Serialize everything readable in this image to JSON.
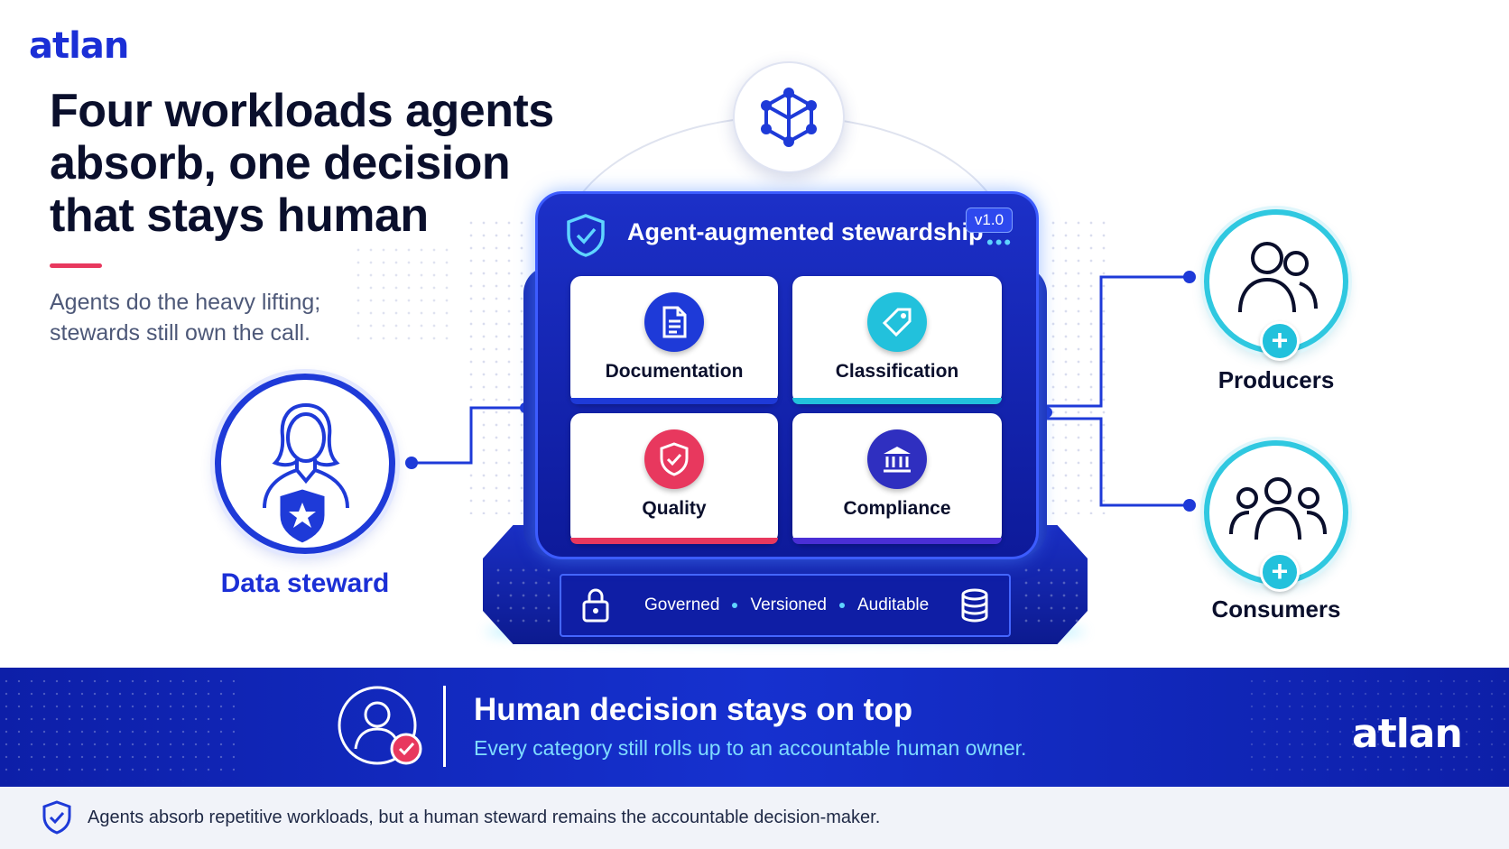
{
  "brand": {
    "logo_top": "atlan",
    "logo_bottom": "atlan"
  },
  "headline": {
    "lines": [
      "Four workloads agents",
      "absorb, one decision",
      "that stays human"
    ],
    "subtitle_lines": [
      "Agents do the heavy lifting;",
      "stewards still own the call."
    ]
  },
  "platform": {
    "title": "Agent-augmented stewardship",
    "version": "v1.0",
    "cards": [
      {
        "label": "Documentation",
        "icon": "document-icon",
        "color": "#1e3ad8"
      },
      {
        "label": "Classification",
        "icon": "tag-icon",
        "color": "#22c1dc"
      },
      {
        "label": "Quality",
        "icon": "shield-check-icon",
        "color": "#e8385e"
      },
      {
        "label": "Compliance",
        "icon": "bank-icon",
        "color": "#3a2fd0"
      }
    ],
    "base_tags": [
      "Governed",
      "Versioned",
      "Auditable"
    ]
  },
  "roles": {
    "steward": "Data steward",
    "producers": "Producers",
    "consumers": "Consumers"
  },
  "band": {
    "title": "Human decision stays on top",
    "subtitle": "Every category still rolls up to an accountable human owner."
  },
  "footer": {
    "text": "Agents absorb repetitive workloads, but a human steward remains the accountable decision-maker."
  },
  "colors": {
    "primary": "#1b2fd6",
    "accent_cyan": "#22c1dc",
    "accent_red": "#e8385e",
    "navy": "#0d1fa8"
  }
}
